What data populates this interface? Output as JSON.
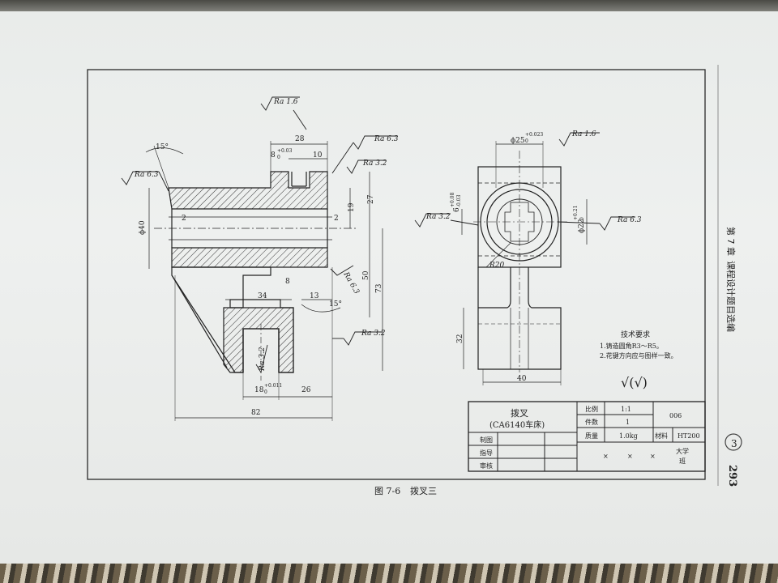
{
  "side_header": {
    "chapter": "第 7 章",
    "section_title": "课程设计题目选编",
    "page_number": "293",
    "handwritten_mark": "③"
  },
  "caption": {
    "label": "图 7-6",
    "title": "拨叉三"
  },
  "title_block": {
    "part_name": "拨叉",
    "machine": "(CA6140车床)",
    "scale_label": "比例",
    "scale_value": "1:1",
    "quantity_label": "件数",
    "quantity_value": "1",
    "drawing_no": "006",
    "drafter_label": "制图",
    "weight_label": "质量",
    "weight_value": "1.0kg",
    "material_label": "材料",
    "material_value": "HT200",
    "guide_label": "指导",
    "reviewer_label": "审核",
    "cross_1": "×",
    "cross_2": "×",
    "cross_3": "×",
    "school_1": "大学",
    "school_2": "班"
  },
  "tech_requirements": {
    "title": "技术要求",
    "item_1": "1.铸造圆角R3～R5。",
    "item_2": "2.花键方向应与图样一致。",
    "handwritten": "√(√)"
  },
  "left_view": {
    "ra_top": "Ra 1.6",
    "dim_28": "28",
    "dim_8": "8",
    "dim_8_tol_upper": "+0.03",
    "dim_8_tol_lower": "0",
    "dim_10": "10",
    "angle_15_top": "15°",
    "ra_left": "Ra 6.3",
    "ra_right_top": "Ra 6.3",
    "ra_right_second": "Ra 3.2",
    "dim_19": "19",
    "dim_27": "27",
    "dim_phi40": "ϕ40",
    "dim_2_left": "2",
    "dim_2_right": "2",
    "dim_50": "50",
    "dim_73": "73",
    "dim_34": "34",
    "dim_8b": "8",
    "dim_13": "13",
    "angle_15_mid": "15°",
    "ra_diag": "Ra 6.3",
    "ra_right_lower": "Ra 3.2",
    "ra_slot": "Ra 3.2",
    "dim_18": "18",
    "dim_18_tol_upper": "+0.011",
    "dim_18_tol_lower": "0",
    "dim_26": "26",
    "dim_82": "82"
  },
  "right_view": {
    "dim_phi25": "ϕ25",
    "dim_phi25_tol_upper": "+0.023",
    "dim_phi25_tol_lower": "0",
    "ra_top": "Ra 1.6",
    "dim_6": "6",
    "dim_6_tol_upper": "+0.08",
    "dim_6_tol_lower": "-0.03",
    "ra_left": "Ra 3.2",
    "dim_phi22": "ϕ22",
    "dim_phi22_tol_upper": "+0.21",
    "dim_phi22_tol_lower": "0",
    "ra_right": "Ra 6.3",
    "dim_r20": "R20",
    "dim_32": "32",
    "dim_40": "40"
  }
}
